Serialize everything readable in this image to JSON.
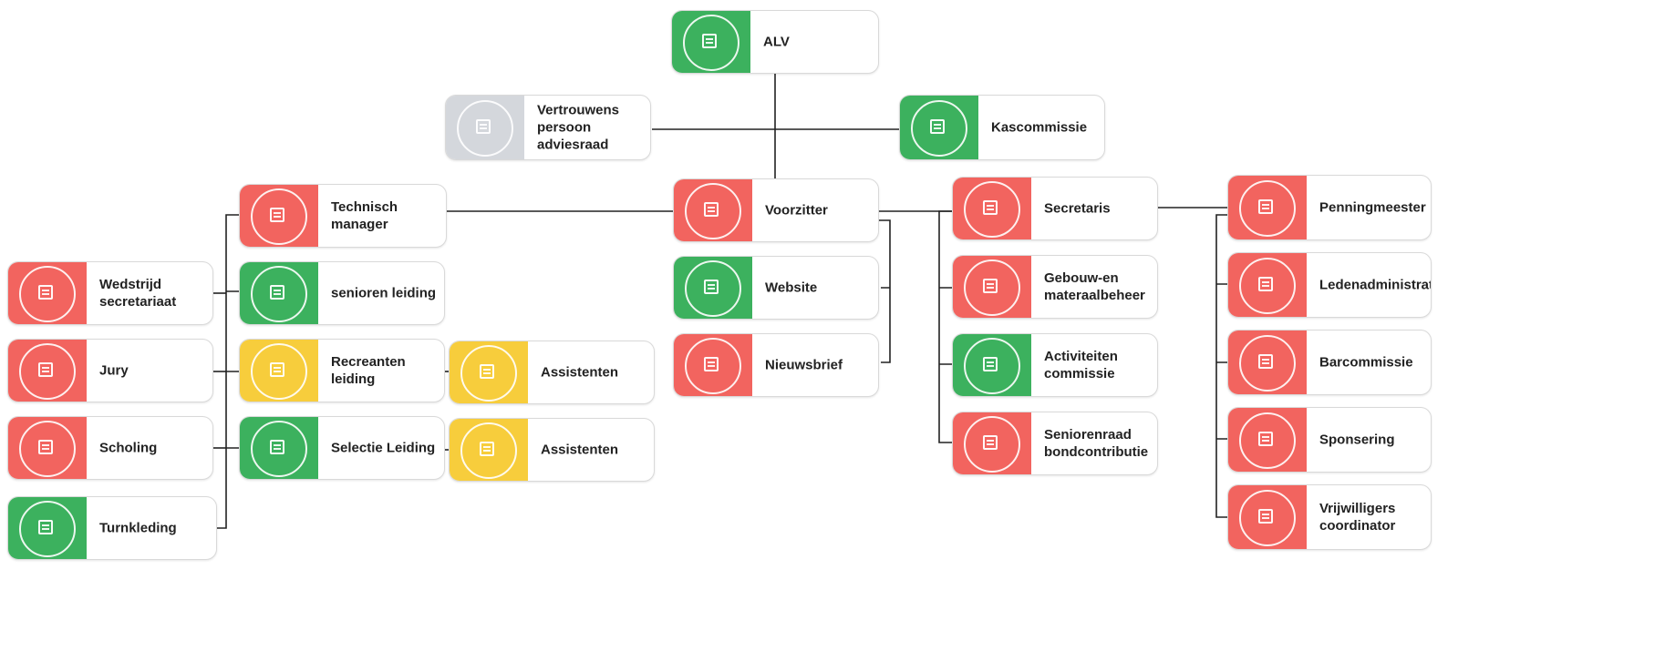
{
  "colors": {
    "red": "#f2645f",
    "green": "#3cb15e",
    "yellow": "#f7cd3c",
    "grey": "#d4d7dc",
    "connector": "#222222"
  },
  "nodes": [
    {
      "id": "alv",
      "label": "ALV",
      "status": "green"
    },
    {
      "id": "vertrouwens",
      "label": "Vertrouwens\npersoon\nadviesraad",
      "status": "grey"
    },
    {
      "id": "kascommissie",
      "label": "Kascommissie",
      "status": "green"
    },
    {
      "id": "technisch-manager",
      "label": "Technisch\nmanager",
      "status": "red"
    },
    {
      "id": "voorzitter",
      "label": "Voorzitter",
      "status": "red"
    },
    {
      "id": "secretaris",
      "label": "Secretaris",
      "status": "red"
    },
    {
      "id": "penningmeester",
      "label": "Penningmeester",
      "status": "red"
    },
    {
      "id": "wedstrijd-secretariaat",
      "label": "Wedstrijd\nsecretariaat",
      "status": "red"
    },
    {
      "id": "senioren-leiding",
      "label": "senioren leiding",
      "status": "green"
    },
    {
      "id": "website",
      "label": "Website",
      "status": "green"
    },
    {
      "id": "gebouw",
      "label": "Gebouw-en\nmateraalbeheer",
      "status": "red"
    },
    {
      "id": "ledenadministratie",
      "label": "Ledenadministratie",
      "status": "red"
    },
    {
      "id": "jury",
      "label": "Jury",
      "status": "red"
    },
    {
      "id": "recreanten-leiding",
      "label": "Recreanten leiding",
      "status": "yellow"
    },
    {
      "id": "assistenten-1",
      "label": "Assistenten",
      "status": "yellow"
    },
    {
      "id": "nieuwsbrief",
      "label": "Nieuwsbrief",
      "status": "red"
    },
    {
      "id": "activiteiten",
      "label": "Activiteiten\ncommissie",
      "status": "green"
    },
    {
      "id": "barcommissie",
      "label": "Barcommissie",
      "status": "red"
    },
    {
      "id": "scholing",
      "label": "Scholing",
      "status": "red"
    },
    {
      "id": "selectie-leiding",
      "label": "Selectie Leiding",
      "status": "green"
    },
    {
      "id": "assistenten-2",
      "label": "Assistenten",
      "status": "yellow"
    },
    {
      "id": "seniorenraad",
      "label": "Seniorenraad\nbondcontributie",
      "status": "red"
    },
    {
      "id": "sponsering",
      "label": "Sponsering",
      "status": "red"
    },
    {
      "id": "turnkleding",
      "label": "Turnkleding",
      "status": "green"
    },
    {
      "id": "vrijwilligers",
      "label": "Vrijwilligers\ncoordinator",
      "status": "red"
    }
  ]
}
